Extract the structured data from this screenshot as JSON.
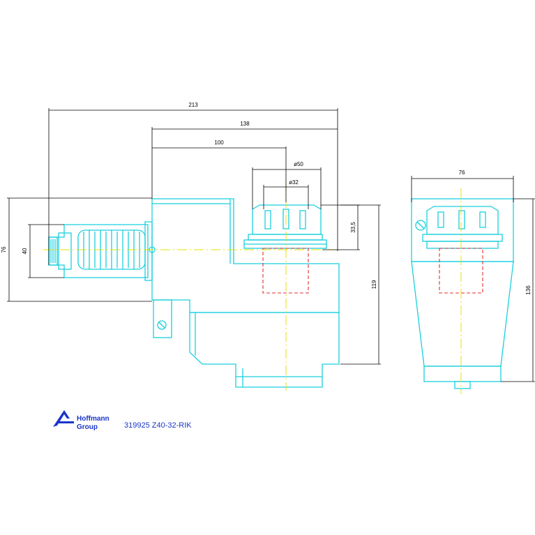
{
  "dimensions": {
    "overall_length": "213",
    "body_length": "138",
    "axis_offset": "100",
    "collet_outer_dia": "ø50",
    "collet_inner_dia": "ø32",
    "shank_dia": "40",
    "left_height": "76",
    "collet_height": "33,5",
    "body_height": "119",
    "side_width": "76",
    "side_height": "136"
  },
  "logo": {
    "line1": "Hoffmann",
    "line2": "Group"
  },
  "part_number": "319925 Z40-32-RIK",
  "colors": {
    "part_outline": "#19cfdf",
    "dimension": "#000000",
    "centerline": "#e8e000",
    "hidden": "#e03030",
    "brand": "#1a35c8"
  }
}
